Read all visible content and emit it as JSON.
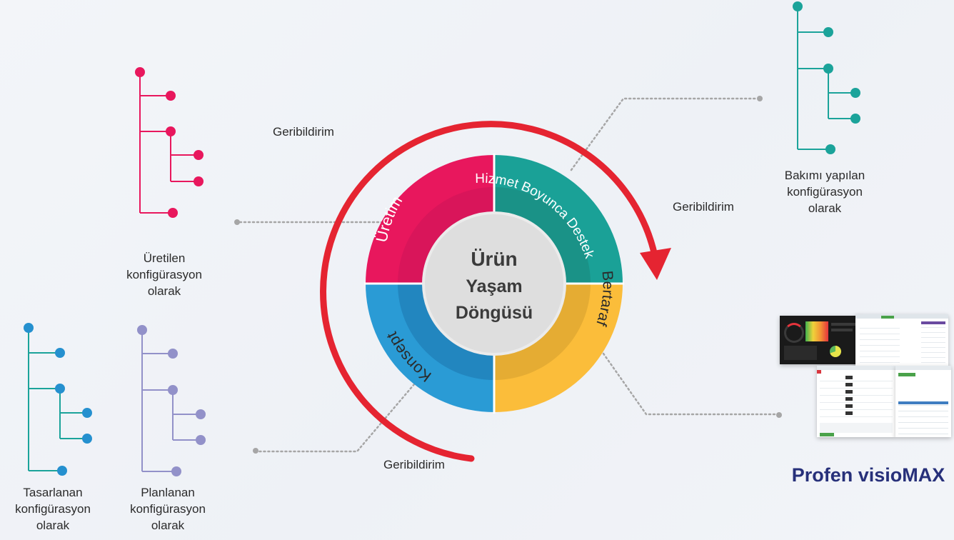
{
  "center": {
    "line1": "Ürün",
    "line2": "Yaşam",
    "line3": "Döngüsü"
  },
  "stages": {
    "production": "Üretim",
    "service": "Hizmet Boyunca Destek",
    "disposal": "Bertaraf",
    "concept": "Konsept"
  },
  "feedback": {
    "top_left": "Geribildirim",
    "right": "Geribildirim",
    "bottom": "Geribildirim"
  },
  "configurations": {
    "produced": [
      "Üretilen",
      "konfigürasyon",
      "olarak"
    ],
    "maintained": [
      "Bakımı yapılan",
      "konfigürasyon",
      "olarak"
    ],
    "designed": [
      "Tasarlanan",
      "konfigürasyon",
      "olarak"
    ],
    "planned": [
      "Planlanan",
      "konfigürasyon",
      "olarak"
    ]
  },
  "brand": "Profen visioMAX",
  "colors": {
    "production": "#e8175d",
    "service": "#1aa197",
    "disposal": "#fbbd3a",
    "concept": "#2a9bd5",
    "arrow": "#e52431",
    "tree_pink": "#e8175d",
    "tree_teal": "#1ba39a",
    "tree_blue": "#2590cf",
    "tree_purple": "#9291c9",
    "brand": "#27307a"
  }
}
